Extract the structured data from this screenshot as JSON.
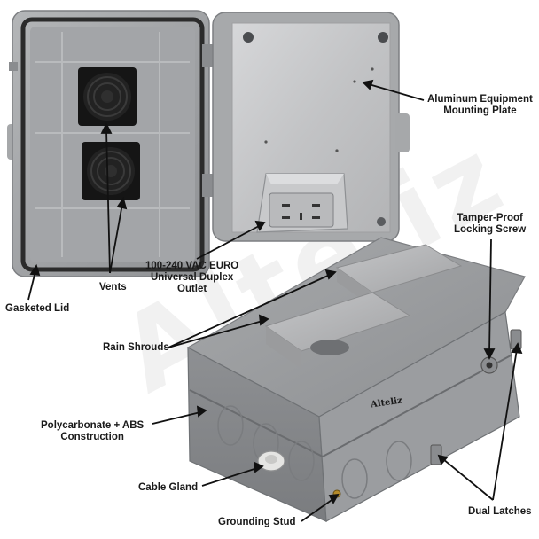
{
  "watermark": "Alteliz",
  "brand_badge": "Alteliz",
  "labels": {
    "plate": [
      "Aluminum Equipment",
      "Mounting Plate"
    ],
    "screw": [
      "Tamper-Proof",
      "Locking Screw"
    ],
    "outlet": [
      "100-240 VAC EURO",
      "Universal Duplex",
      "Outlet"
    ],
    "vents": "Vents",
    "lid": "Gasketed Lid",
    "shrouds": "Rain Shrouds",
    "construction": [
      "Polycarbonate + ABS",
      "Construction"
    ],
    "gland": "Cable Gland",
    "stud": "Grounding Stud",
    "latches": "Dual Latches"
  },
  "colors": {
    "enclosure_gray": "#9a9c9f",
    "enclosure_dark": "#6f7275",
    "aluminum": "#c9cacc",
    "gasket": "#2b2b2b",
    "fan": "#151515",
    "arrow": "#111111"
  }
}
